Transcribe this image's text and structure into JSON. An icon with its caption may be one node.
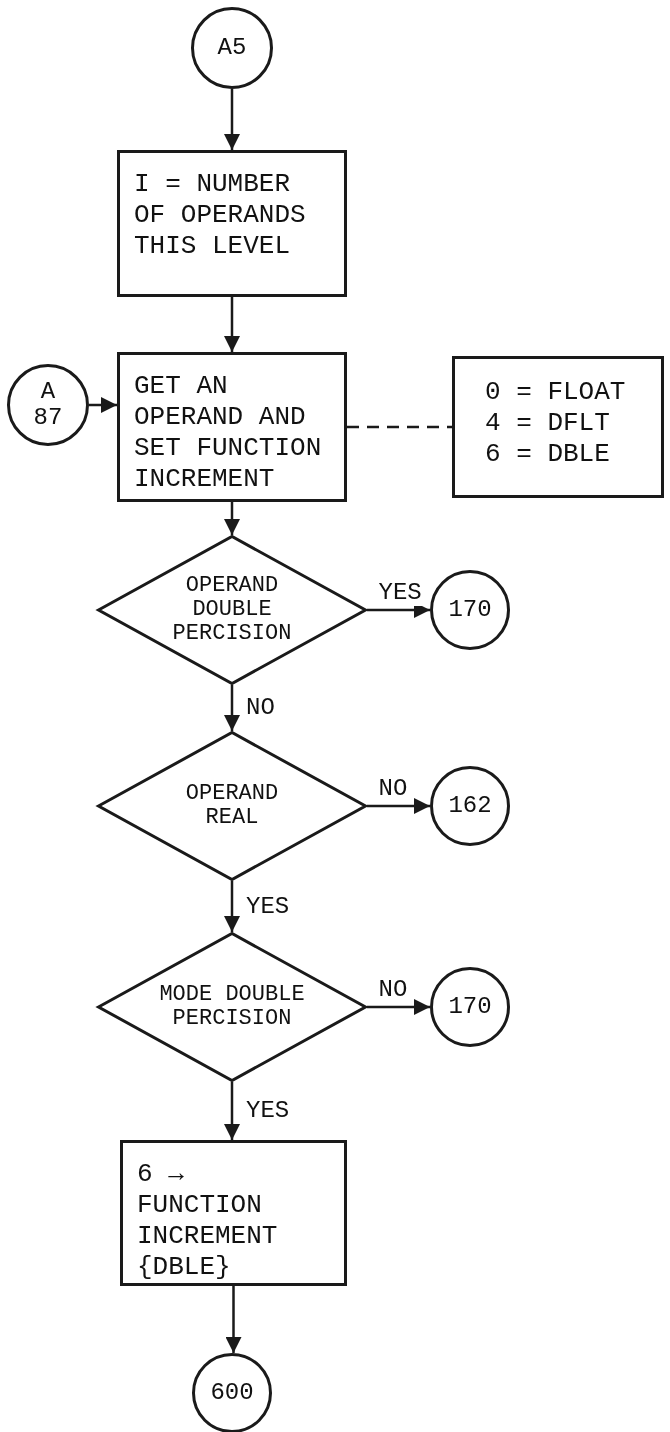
{
  "diagram": {
    "nodes": [
      {
        "text": [
          "A5"
        ]
      },
      {
        "text": [
          "I = NUMBER OF OPERANDS THIS LEVEL"
        ]
      },
      {
        "text": [
          "A 87"
        ]
      },
      {
        "text": [
          "GET AN OPERAND AND SET FUNCTION INCREMENT"
        ]
      },
      {
        "text": [
          "0 = FLOAT",
          "4 = DFLT",
          "6 = DBLE"
        ]
      },
      {
        "text": [
          "OPERAND DOUBLE PERCISION"
        ]
      },
      {
        "text": [
          "170"
        ]
      },
      {
        "text": [
          "OPERAND REAL"
        ]
      },
      {
        "text": [
          "162"
        ]
      },
      {
        "text": [
          "MODE DOUBLE PERCISION"
        ]
      },
      {
        "text": [
          "170"
        ]
      },
      {
        "text": [
          "6 →",
          "FUNCTION INCREMENT {DBLE}"
        ]
      },
      {
        "text": [
          "600"
        ]
      }
    ],
    "edges": [
      {
        "from": 0,
        "to": 1,
        "arrow": "to"
      },
      {
        "from": 1,
        "to": 3,
        "arrow": "to"
      },
      {
        "from": 2,
        "to": 3,
        "arrow": "to"
      },
      {
        "from": 3,
        "to": 4,
        "arrow": "none",
        "style": "dashed"
      },
      {
        "from": 3,
        "to": 5,
        "arrow": "to"
      },
      {
        "from": 5,
        "to": 6,
        "arrow": "to",
        "label": "YES"
      },
      {
        "from": 5,
        "to": 7,
        "arrow": "to",
        "label": "NO"
      },
      {
        "from": 7,
        "to": 8,
        "arrow": "to",
        "label": "NO"
      },
      {
        "from": 7,
        "to": 9,
        "arrow": "to",
        "label": "YES"
      },
      {
        "from": 9,
        "to": 10,
        "arrow": "to",
        "label": "NO"
      },
      {
        "from": 9,
        "to": 11,
        "arrow": "to",
        "label": "YES"
      },
      {
        "from": 11,
        "to": 12,
        "arrow": "to"
      }
    ]
  }
}
